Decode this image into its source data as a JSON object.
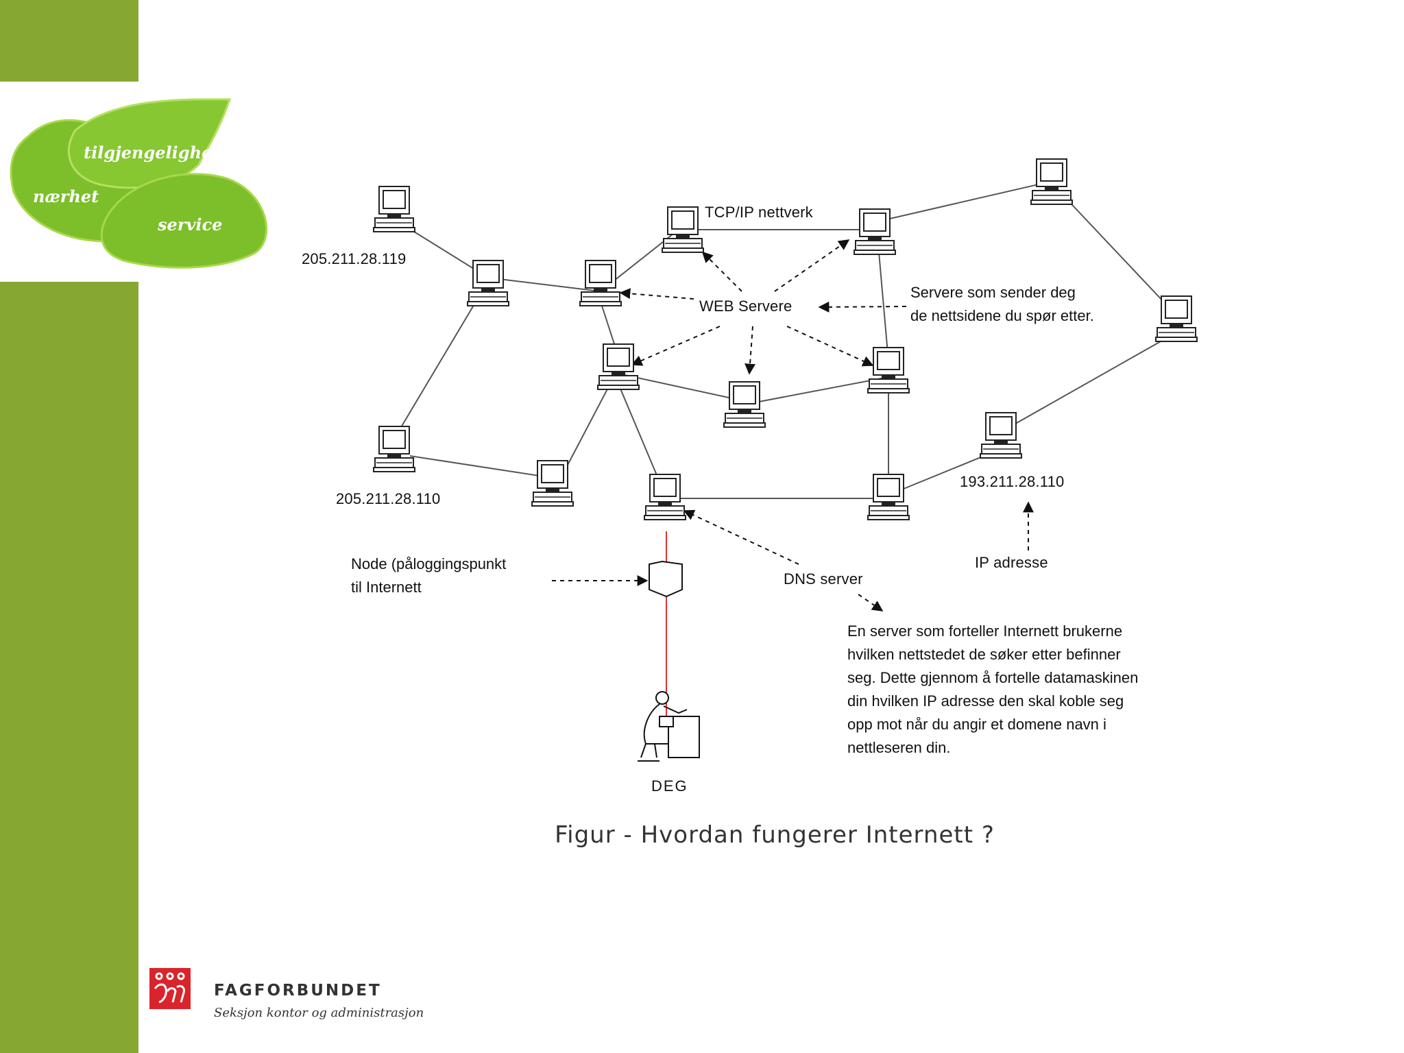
{
  "branding": {
    "leaf_words": [
      "tilgjengelighet",
      "nærhet",
      "service"
    ],
    "org_name": "FAGFORBUNDET",
    "org_subtitle": "Seksjon kontor og administrasjon"
  },
  "diagram": {
    "labels": {
      "ip_top_left": "205.211.28.119",
      "ip_bottom_left": "205.211.28.110",
      "ip_right": "193.211.28.110",
      "tcpip": "TCP/IP nettverk",
      "web_servers": "WEB Servere",
      "servers_desc": [
        "Servere som sender deg",
        "de nettsidene du spør etter."
      ],
      "node_desc": [
        "Node (påloggingspunkt",
        "til Internett"
      ],
      "dns_server": "DNS server",
      "ip_address": "IP adresse",
      "you": "DEG",
      "dns_desc": [
        "En server som forteller Internett brukerne",
        "hvilken nettstedet de søker etter befinner",
        "seg. Dette gjennom å fortelle datamaskinen",
        "din hvilken IP adresse den skal koble seg",
        "opp mot når du angir et domene navn i",
        "nettleseren din."
      ]
    },
    "caption": "Figur - Hvordan fungerer Internett ?"
  },
  "colors": {
    "brand_green": "#86a832",
    "leaf_green": "#7cbf2a",
    "connection_line": "#555555",
    "user_line": "#e03030",
    "logo_red": "#d9242b"
  }
}
